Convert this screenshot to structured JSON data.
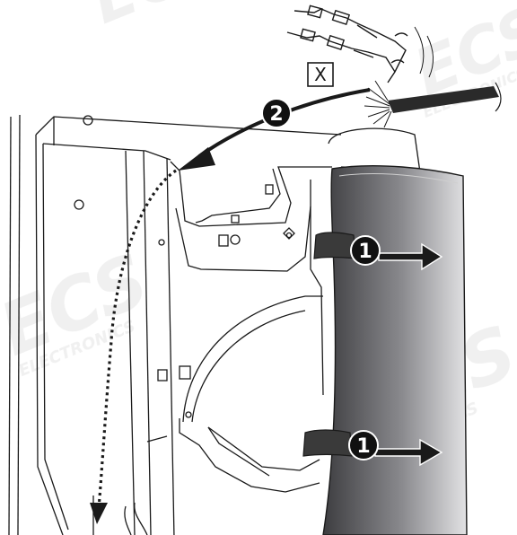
{
  "watermark": {
    "brand": "ECS",
    "sub": "ELECTRONICS"
  },
  "labels": {
    "x_box": "X",
    "step_1_top": "1",
    "step_1_bottom": "1",
    "step_2": "2"
  },
  "colors": {
    "panel_dark": "#4a4a4c",
    "panel_light": "#cfcfd1",
    "badge_fill": "#000000",
    "badge_text": "#ffffff",
    "watermark": "#e6e6e6",
    "line": "#1a1a1a"
  }
}
